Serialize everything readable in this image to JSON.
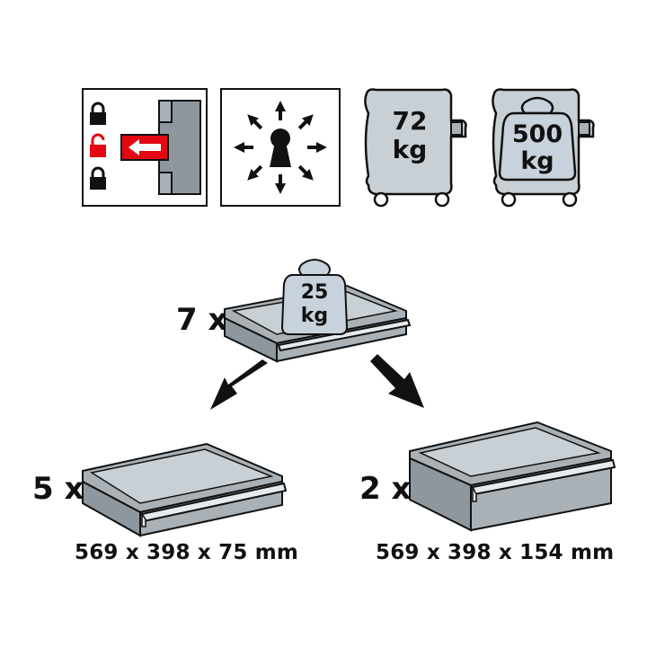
{
  "colors": {
    "lock_red": "#e30613",
    "metal": "#a9b1b7",
    "metal_light": "#c9d0d5",
    "metal_dark": "#8e979e",
    "weight_fill": "#c7d2dc",
    "outline": "#111111"
  },
  "icons": {
    "central_lock": "central-lock-icon",
    "lock_closed": "padlock-closed-icon",
    "lock_open": "padlock-open-icon",
    "lock_arrow": "arrow-left-icon",
    "all_directions": "keyhole-directions-icon",
    "weight": "weight-icon",
    "trolley": "trolley-icon",
    "arrow_down_left": "arrow-down-left-icon",
    "arrow_down_right": "arrow-down-right-icon"
  },
  "specs": {
    "own_weight": {
      "value": "72",
      "unit": "kg"
    },
    "total_load": {
      "value": "500",
      "unit": "kg"
    }
  },
  "drawers": {
    "total": {
      "count_label": "7 x",
      "load_value": "25",
      "load_unit": "kg"
    },
    "small": {
      "count_label": "5 x",
      "dimensions": "569 x 398 x 75 mm"
    },
    "large": {
      "count_label": "2 x",
      "dimensions": "569 x 398 x 154 mm"
    }
  }
}
